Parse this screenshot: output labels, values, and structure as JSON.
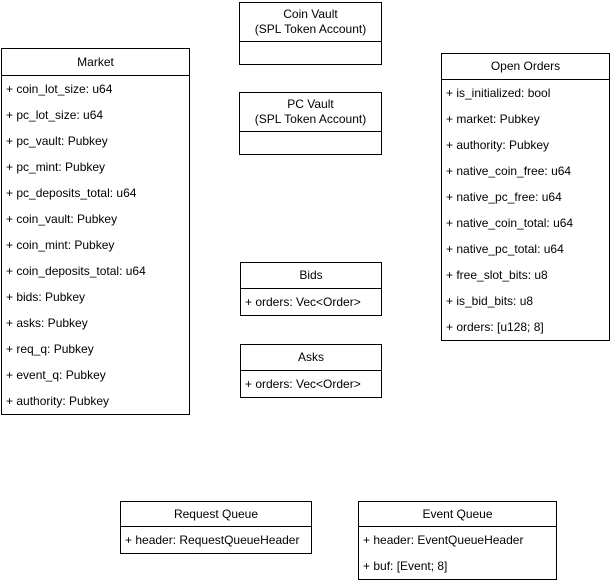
{
  "colors": {
    "stroke": "#000000",
    "fill": "#ffffff",
    "text": "#000000"
  },
  "boxes": {
    "market": {
      "title": "Market",
      "fields": [
        "+ coin_lot_size: u64",
        "+ pc_lot_size: u64",
        "+ pc_vault: Pubkey",
        "+ pc_mint: Pubkey",
        "+ pc_deposits_total: u64",
        "+ coin_vault: Pubkey",
        "+ coin_mint: Pubkey",
        "+ coin_deposits_total: u64",
        "+ bids: Pubkey",
        "+ asks: Pubkey",
        "+ req_q: Pubkey",
        "+ event_q: Pubkey",
        "+ authority: Pubkey"
      ]
    },
    "coin_vault": {
      "title": "Coin Vault",
      "subtitle": "(SPL Token Account)",
      "fields": []
    },
    "pc_vault": {
      "title": "PC Vault",
      "subtitle": "(SPL Token Account)",
      "fields": []
    },
    "open_orders": {
      "title": "Open Orders",
      "fields": [
        "+ is_initialized: bool",
        "+ market: Pubkey",
        "+ authority: Pubkey",
        "+ native_coin_free: u64",
        "+ native_pc_free: u64",
        "+ native_coin_total: u64",
        "+ native_pc_total: u64",
        "+ free_slot_bits: u8",
        "+ is_bid_bits: u8",
        "+ orders: [u128; 8]"
      ]
    },
    "bids": {
      "title": "Bids",
      "fields": [
        "+ orders: Vec<Order>"
      ]
    },
    "asks": {
      "title": "Asks",
      "fields": [
        "+ orders: Vec<Order>"
      ]
    },
    "request_queue": {
      "title": "Request Queue",
      "fields": [
        "+ header: RequestQueueHeader"
      ]
    },
    "event_queue": {
      "title": "Event Queue",
      "fields": [
        "+ header: EventQueueHeader",
        "+ buf: [Event; 8]"
      ]
    }
  }
}
